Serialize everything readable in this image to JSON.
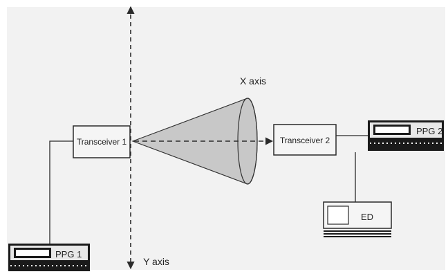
{
  "diagram": {
    "labels": {
      "x_axis": "X axis",
      "y_axis": "Y axis",
      "transceiver_1": "Transceiver 1",
      "transceiver_2": "Transceiver 2",
      "ppg_1": "PPG 1",
      "ppg_2": "PPG 2",
      "ed": "ED"
    },
    "colors": {
      "background": "#f2f2f2",
      "box_fill": "#f5f5f5",
      "cone_fill": "#c8c8c8",
      "line": "#2a2a2a",
      "device_dark": "#1a1a1a"
    }
  }
}
